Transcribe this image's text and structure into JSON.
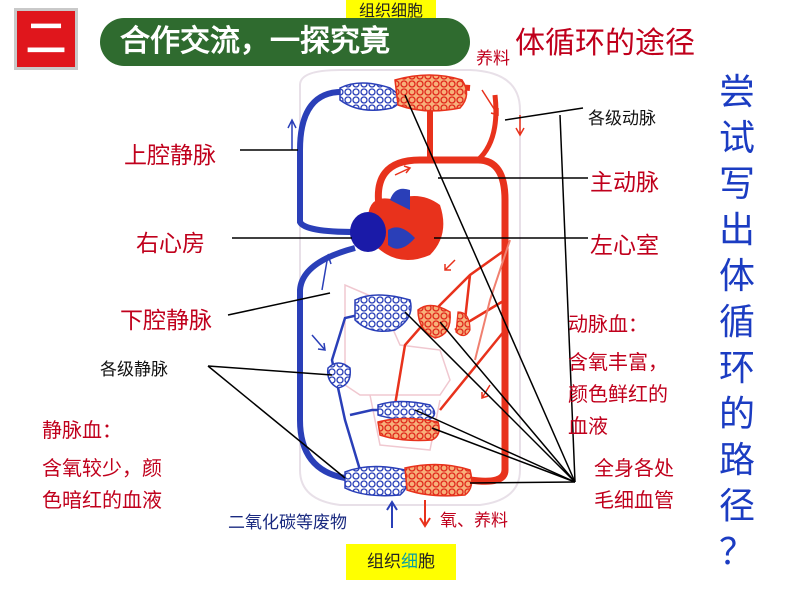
{
  "badge": {
    "text": "二"
  },
  "header": {
    "pill_text": "合作交流，一探究竟"
  },
  "title": "体循环的途径",
  "top_cell_label": "组织细胞",
  "top_nutrients": "养料",
  "bottom_cell": {
    "part1": "组织",
    "part2": "细",
    "part3": "胞"
  },
  "vertical_question": [
    "尝",
    "试",
    "写",
    "出",
    "体",
    "循",
    "环",
    "的",
    "路",
    "径",
    "？"
  ],
  "left_labels": {
    "superior_vena_cava": "上腔静脉",
    "right_atrium": "右心房",
    "inferior_vena_cava": "下腔静脉",
    "veins": "各级静脉"
  },
  "right_labels": {
    "arteries": "各级动脉",
    "aorta": "主动脉",
    "left_ventricle": "左心室",
    "capillaries_line1": "全身各处",
    "capillaries_line2": "毛细血管"
  },
  "venous_blood": {
    "title": "静脉血：",
    "line1": "含氧较少，颜",
    "line2": "色暗红的血液"
  },
  "arterial_blood": {
    "title": "动脉血：",
    "line1": "含氧丰富，",
    "line2": "颜色鲜红的",
    "line3": "血液"
  },
  "bottom_labels": {
    "waste": "二氧化碳等废物",
    "nutrients": "氧、养料"
  },
  "colors": {
    "artery": "#e8321c",
    "vein": "#2a3fb8",
    "accent_red": "#c0001c",
    "header_green": "#2f6b2f",
    "badge_red": "#e0161c",
    "highlight_yellow": "#ffff00"
  }
}
